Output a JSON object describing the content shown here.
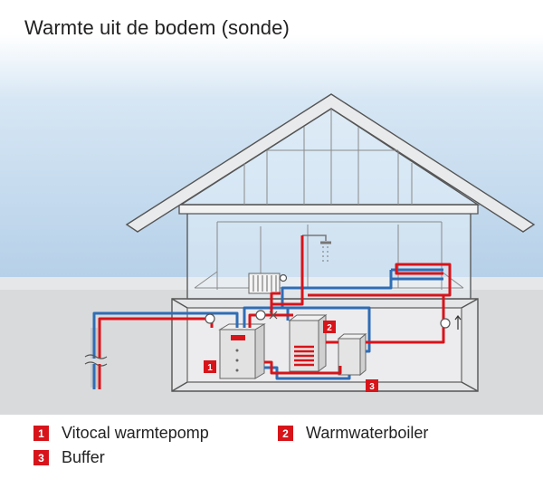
{
  "title": "Warmte uit de bodem (sonde)",
  "badges": {
    "one": "1",
    "two": "2",
    "three": "3"
  },
  "legend": [
    {
      "number": "1",
      "label": "Vitocal warmtepomp"
    },
    {
      "number": "2",
      "label": "Warmwaterboiler"
    },
    {
      "number": "3",
      "label": "Buffer"
    }
  ],
  "colors": {
    "sky_top": "#b9d3ea",
    "ground": "#dcdcdc",
    "flow_pipe": "#d7141a",
    "return_pipe": "#2f6db5",
    "badge": "#d7141a"
  }
}
